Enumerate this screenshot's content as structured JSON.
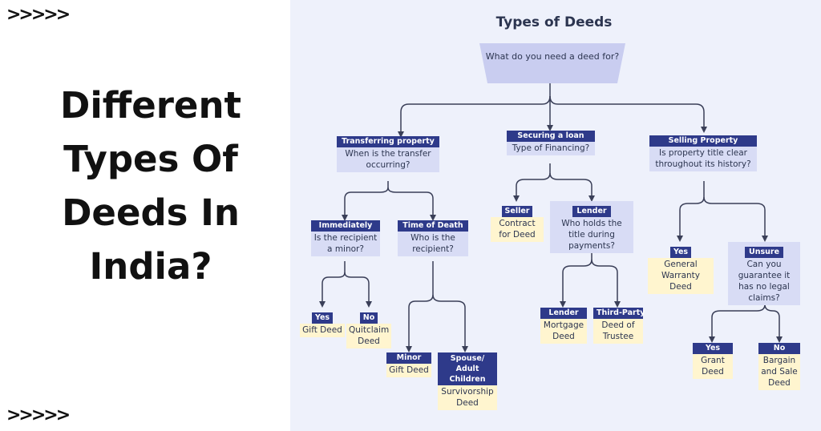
{
  "left_panel": {
    "chevrons_top": ">>>>>",
    "chevrons_bottom": ">>>>>",
    "headline": "Different Types Of Deeds In India?"
  },
  "diagram": {
    "title": "Types of Deeds",
    "root": "What do you need a deed for?",
    "transferring": {
      "header": "Transferring property",
      "question": "When is the transfer occurring?",
      "immediately": {
        "header": "Immediately",
        "question": "Is the recipient a minor?",
        "yes": {
          "header": "Yes",
          "result": "Gift Deed"
        },
        "no": {
          "header": "No",
          "result": "Quitclaim Deed"
        }
      },
      "time_of_death": {
        "header": "Time of Death",
        "question": "Who is the recipient?",
        "minor": {
          "header": "Minor",
          "result": "Gift Deed"
        },
        "spouse": {
          "header": "Spouse/ Adult Children",
          "result": "Survivorship Deed"
        }
      }
    },
    "securing": {
      "header": "Securing a loan",
      "question": "Type of Financing?",
      "seller": {
        "header": "Seller",
        "result": "Contract for Deed"
      },
      "lender": {
        "header": "Lender",
        "question": "Who holds the title during payments?",
        "lender": {
          "header": "Lender",
          "result": "Mortgage Deed"
        },
        "third_party": {
          "header": "Third-Party",
          "result": "Deed of Trustee"
        }
      }
    },
    "selling": {
      "header": "Selling Property",
      "question": "Is property title clear throughout its history?",
      "yes": {
        "header": "Yes",
        "result": "General Warranty Deed"
      },
      "unsure": {
        "header": "Unsure",
        "question": "Can you guarantee it has no legal claims?",
        "yes": {
          "header": "Yes",
          "result": "Grant Deed"
        },
        "no": {
          "header": "No",
          "result": "Bargain and Sale Deed"
        }
      }
    }
  },
  "colors": {
    "header_bg": "#2e3a8a",
    "node_bg": "#d8dcf5",
    "result_bg": "#fff5cf",
    "panel_bg": "#eef1fb",
    "line": "#3a3f58"
  }
}
